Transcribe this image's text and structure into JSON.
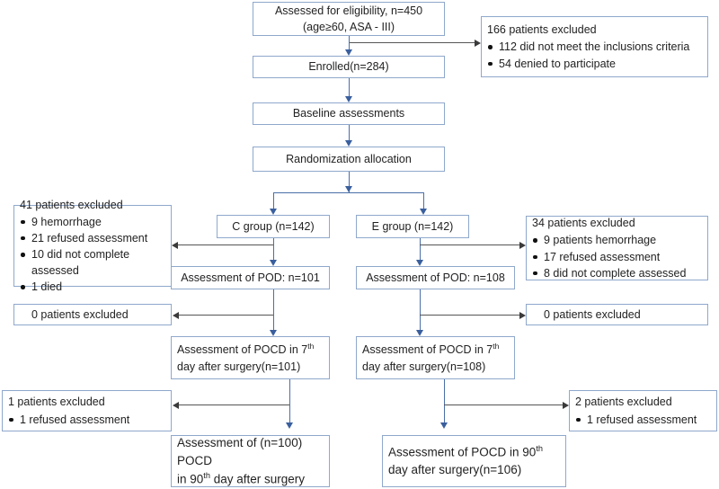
{
  "diagram": {
    "title": "CONSORT participant flow diagram",
    "colors": {
      "box_border": "#8fa8cc",
      "arrow_blue": "#4a6fa8",
      "arrow_gray": "#3a3a3a",
      "text": "#222222",
      "background": "#ffffff"
    },
    "nodes": {
      "assessed": {
        "line1": "Assessed for eligibility, n=450",
        "line2": "(age≥60,  ASA - III)"
      },
      "enrolled": {
        "label": "Enrolled(n=284)"
      },
      "baseline": {
        "label": "Baseline assessments"
      },
      "randomization": {
        "label": "Randomization  allocation"
      },
      "c_group": {
        "label": "C group (n=142)"
      },
      "e_group": {
        "label": "E group (n=142)"
      },
      "c_pod": {
        "label": "Assessment of POD: n=101"
      },
      "e_pod": {
        "label": "Assessment of POD: n=108"
      },
      "c_pocd7": {
        "line1_pre": "Assessment of POCD in 7",
        "line1_sup": "th",
        "line2": "day after surgery(n=101)"
      },
      "e_pocd7": {
        "line1_pre": "Assessment of POCD in 7",
        "line1_sup": "th",
        "line2": "day after surgery(n=108)"
      },
      "c_pocd90": {
        "line1": "Assessment of (n=100) POCD",
        "line2_pre": "in 90",
        "line2_sup": "th",
        "line2_post": " day after surgery"
      },
      "e_pocd90": {
        "line1_pre": "Assessment of POCD in 90",
        "line1_sup": "th",
        "line2": "day after surgery(n=106)"
      }
    },
    "exclusions": {
      "screening": {
        "header": "166 patients excluded",
        "items": [
          "112 did not meet the inclusions criteria",
          "54 denied to participate"
        ]
      },
      "c_allocation": {
        "header": "41 patients excluded",
        "items": [
          "9 hemorrhage",
          "21 refused assessment",
          "10 did not complete",
          "assessed",
          "1 died"
        ],
        "bulleted": [
          true,
          true,
          true,
          false,
          true
        ]
      },
      "e_allocation": {
        "header": "34 patients excluded",
        "items": [
          "9 patients hemorrhage",
          "17 refused assessment",
          "8 did not complete assessed"
        ],
        "bulleted": [
          true,
          true,
          true
        ]
      },
      "c_pod_stage": {
        "header": "0 patients excluded",
        "items": []
      },
      "e_pod_stage": {
        "header": "0 patients excluded",
        "items": []
      },
      "c_pocd7_stage": {
        "header": "1 patients excluded",
        "items": [
          "1 refused assessment"
        ],
        "bulleted": [
          true
        ]
      },
      "e_pocd7_stage": {
        "header": "2 patients excluded",
        "items": [
          "1 refused assessment"
        ],
        "bulleted": [
          true
        ]
      }
    }
  }
}
